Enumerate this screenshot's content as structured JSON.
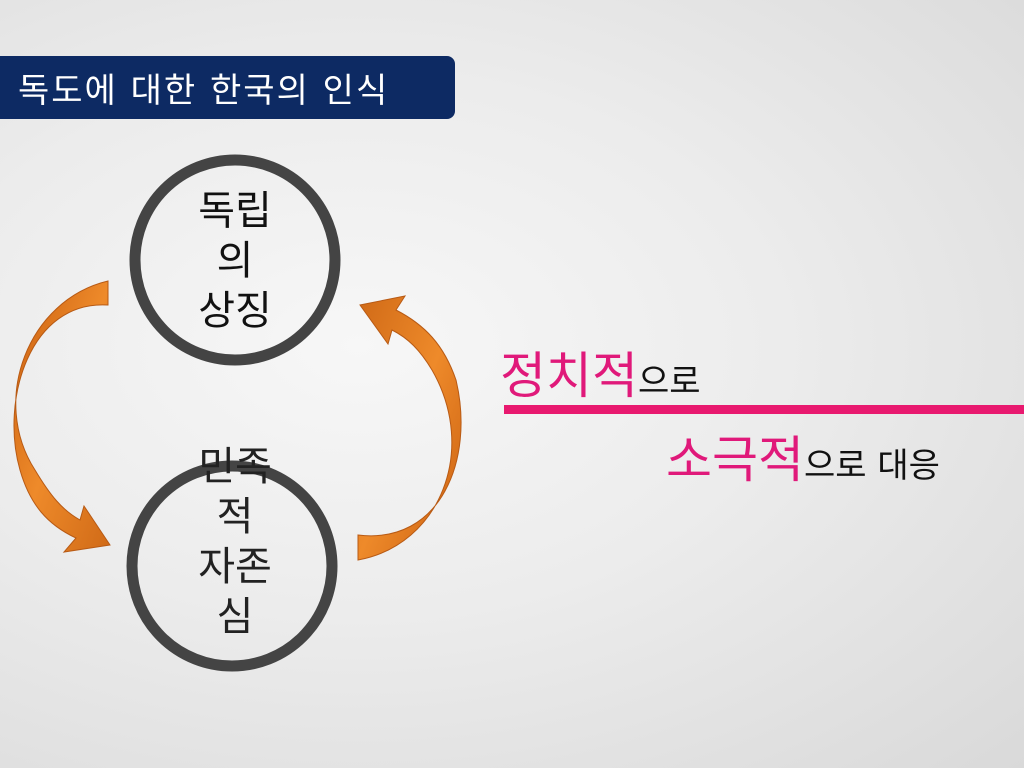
{
  "title": "독도에 대한 한국의 인식",
  "cycle": {
    "top_circle_lines": [
      "독립",
      "의",
      "상징"
    ],
    "bottom_circle_lines": [
      "민족",
      "적",
      "자존",
      "심"
    ]
  },
  "statements": {
    "first_emphasis": "정치적",
    "first_suffix": "으로",
    "second_emphasis": "소극적",
    "second_suffix": "으로 대응"
  },
  "colors": {
    "title_background": "#0d2a63",
    "title_text": "#ffffff",
    "circle_stroke": "#444444",
    "arrow": "#e07a1f",
    "emphasis": "#e0197a",
    "divider": "#e8196f"
  }
}
